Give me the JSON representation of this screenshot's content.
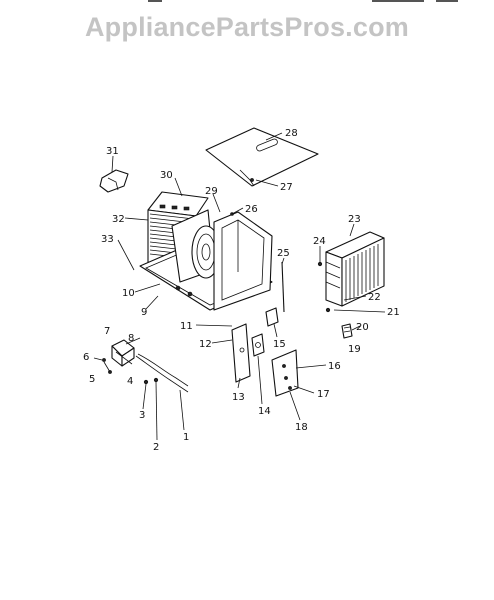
{
  "watermark": "AppliancePartsPros.com",
  "callouts": [
    {
      "id": "c1",
      "label": "1"
    },
    {
      "id": "c2",
      "label": "2"
    },
    {
      "id": "c3",
      "label": "3"
    },
    {
      "id": "c4",
      "label": "4"
    },
    {
      "id": "c5",
      "label": "5"
    },
    {
      "id": "c6",
      "label": "6"
    },
    {
      "id": "c7",
      "label": "7"
    },
    {
      "id": "c8",
      "label": "8"
    },
    {
      "id": "c9",
      "label": "9"
    },
    {
      "id": "c10",
      "label": "10"
    },
    {
      "id": "c11",
      "label": "11"
    },
    {
      "id": "c12",
      "label": "12"
    },
    {
      "id": "c13",
      "label": "13"
    },
    {
      "id": "c14",
      "label": "14"
    },
    {
      "id": "c15",
      "label": "15"
    },
    {
      "id": "c16",
      "label": "16"
    },
    {
      "id": "c17",
      "label": "17"
    },
    {
      "id": "c18",
      "label": "18"
    },
    {
      "id": "c19",
      "label": "19"
    },
    {
      "id": "c20",
      "label": "20"
    },
    {
      "id": "c21",
      "label": "21"
    },
    {
      "id": "c22",
      "label": "22"
    },
    {
      "id": "c23",
      "label": "23"
    },
    {
      "id": "c24",
      "label": "24"
    },
    {
      "id": "c25",
      "label": "25"
    },
    {
      "id": "c26",
      "label": "26"
    },
    {
      "id": "c27",
      "label": "27"
    },
    {
      "id": "c28",
      "label": "28"
    },
    {
      "id": "c29",
      "label": "29"
    },
    {
      "id": "c30",
      "label": "30"
    },
    {
      "id": "c31",
      "label": "31"
    },
    {
      "id": "c32",
      "label": "32"
    },
    {
      "id": "c33",
      "label": "33"
    }
  ]
}
